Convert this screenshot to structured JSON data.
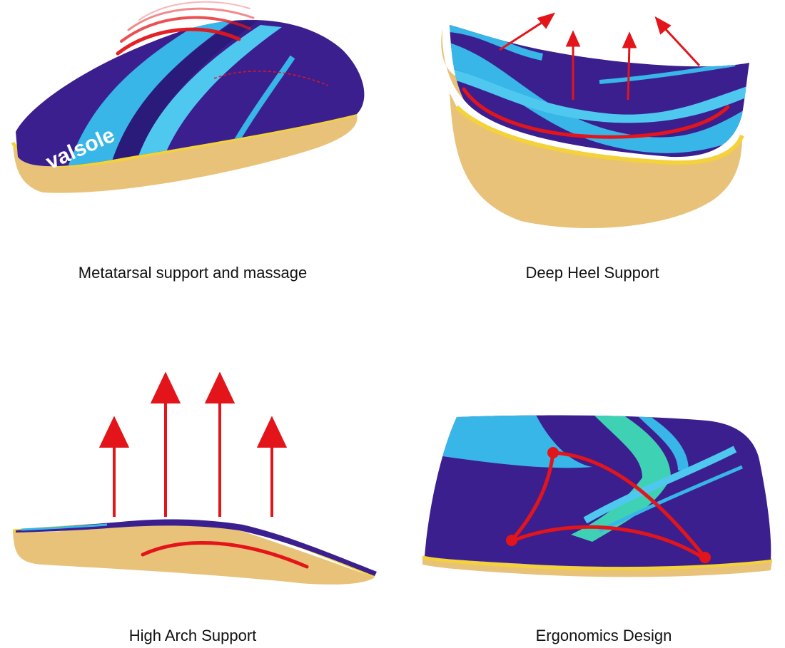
{
  "panels": [
    {
      "caption": "Metatarsal support and massage",
      "brand": "valsole"
    },
    {
      "caption": "Deep Heel Support"
    },
    {
      "caption": "High Arch Support"
    },
    {
      "caption": "Ergonomics Design"
    }
  ],
  "colors": {
    "insole_top_purple": "#3b1f8f",
    "insole_stripe_cyan": "#38b6e8",
    "insole_stripe_mint": "#3fd1b4",
    "foam_yellow": "#e9c27a",
    "edge_yellow": "#f3d23a",
    "arrow_red": "#e3151a"
  }
}
